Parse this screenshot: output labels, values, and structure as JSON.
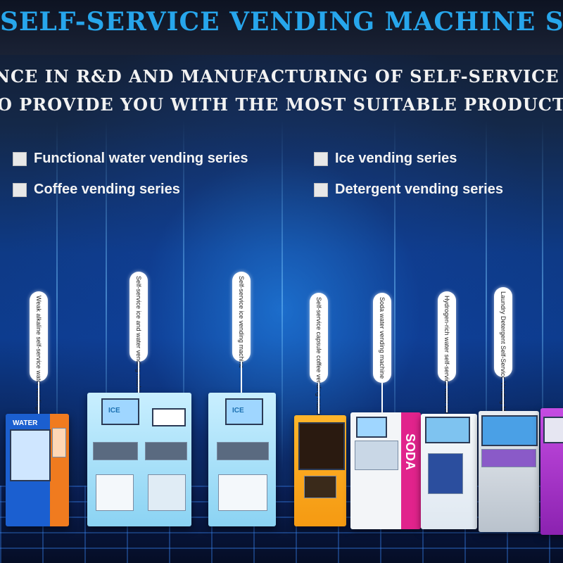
{
  "header": {
    "title": "SELF-SERVICE VENDING MACHINE SERIES",
    "line1": "NCE IN R&D AND MANUFACTURING OF SELF-SERVICE",
    "line2": "O PROVIDE YOU WITH THE MOST SUITABLE PRODUCTS"
  },
  "categories": [
    "Functional water vending series",
    "Coffee vending series",
    "Ice vending series",
    "Detergent vending series"
  ],
  "machines": [
    "Weak alkaline self-service water vending machine",
    "Self-service ice and water vending machine",
    "Self-service ice vending machine",
    "Self-service capsule coffee vending machine",
    "Soda water vending machine",
    "Hydrogen-rich water self-service water vending machine",
    "Laundry Detergent Self-Service Vending Machine"
  ],
  "machine_text": {
    "water": "WATER",
    "soda": "SODA",
    "ice": "ICE"
  },
  "colors": {
    "title": "#27a6ec",
    "accent_orange": "#f07b1f",
    "accent_pink": "#e1238c",
    "accent_purple": "#b23bd8"
  }
}
